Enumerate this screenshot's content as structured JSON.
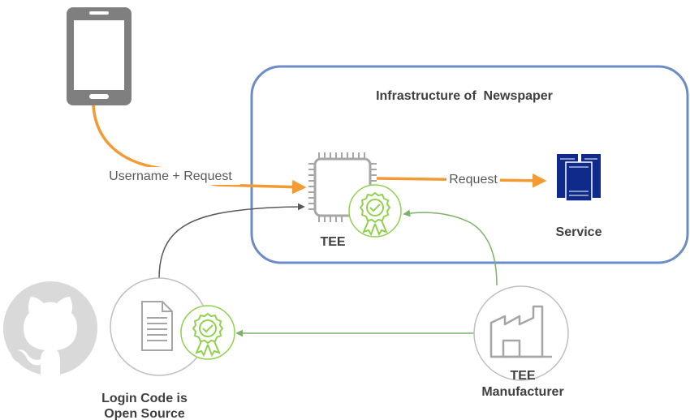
{
  "diagram": {
    "infrastructure_title": "Infrastructure of  Newspaper",
    "tee_label": "TEE",
    "service_label": "Service",
    "username_request_label": "Username + Request",
    "request_label": "Request",
    "login_code_line1": "Login Code is",
    "login_code_line2": "Open Source",
    "manufacturer_line1": "TEE",
    "manufacturer_line2": "Manufacturer"
  },
  "colors": {
    "infrastructure_border": "#6b8cc4",
    "orange_arrow": "#f39a33",
    "green_arrow": "#7db26a",
    "gray_arrow": "#595959",
    "badge_green": "#92d050",
    "service_blue": "#0f2a8a",
    "phone_gray": "#7f7f7f",
    "chip_gray": "#a6a6a6",
    "circle_border": "#bfbfbf",
    "github_gray": "#d9d9d9"
  }
}
